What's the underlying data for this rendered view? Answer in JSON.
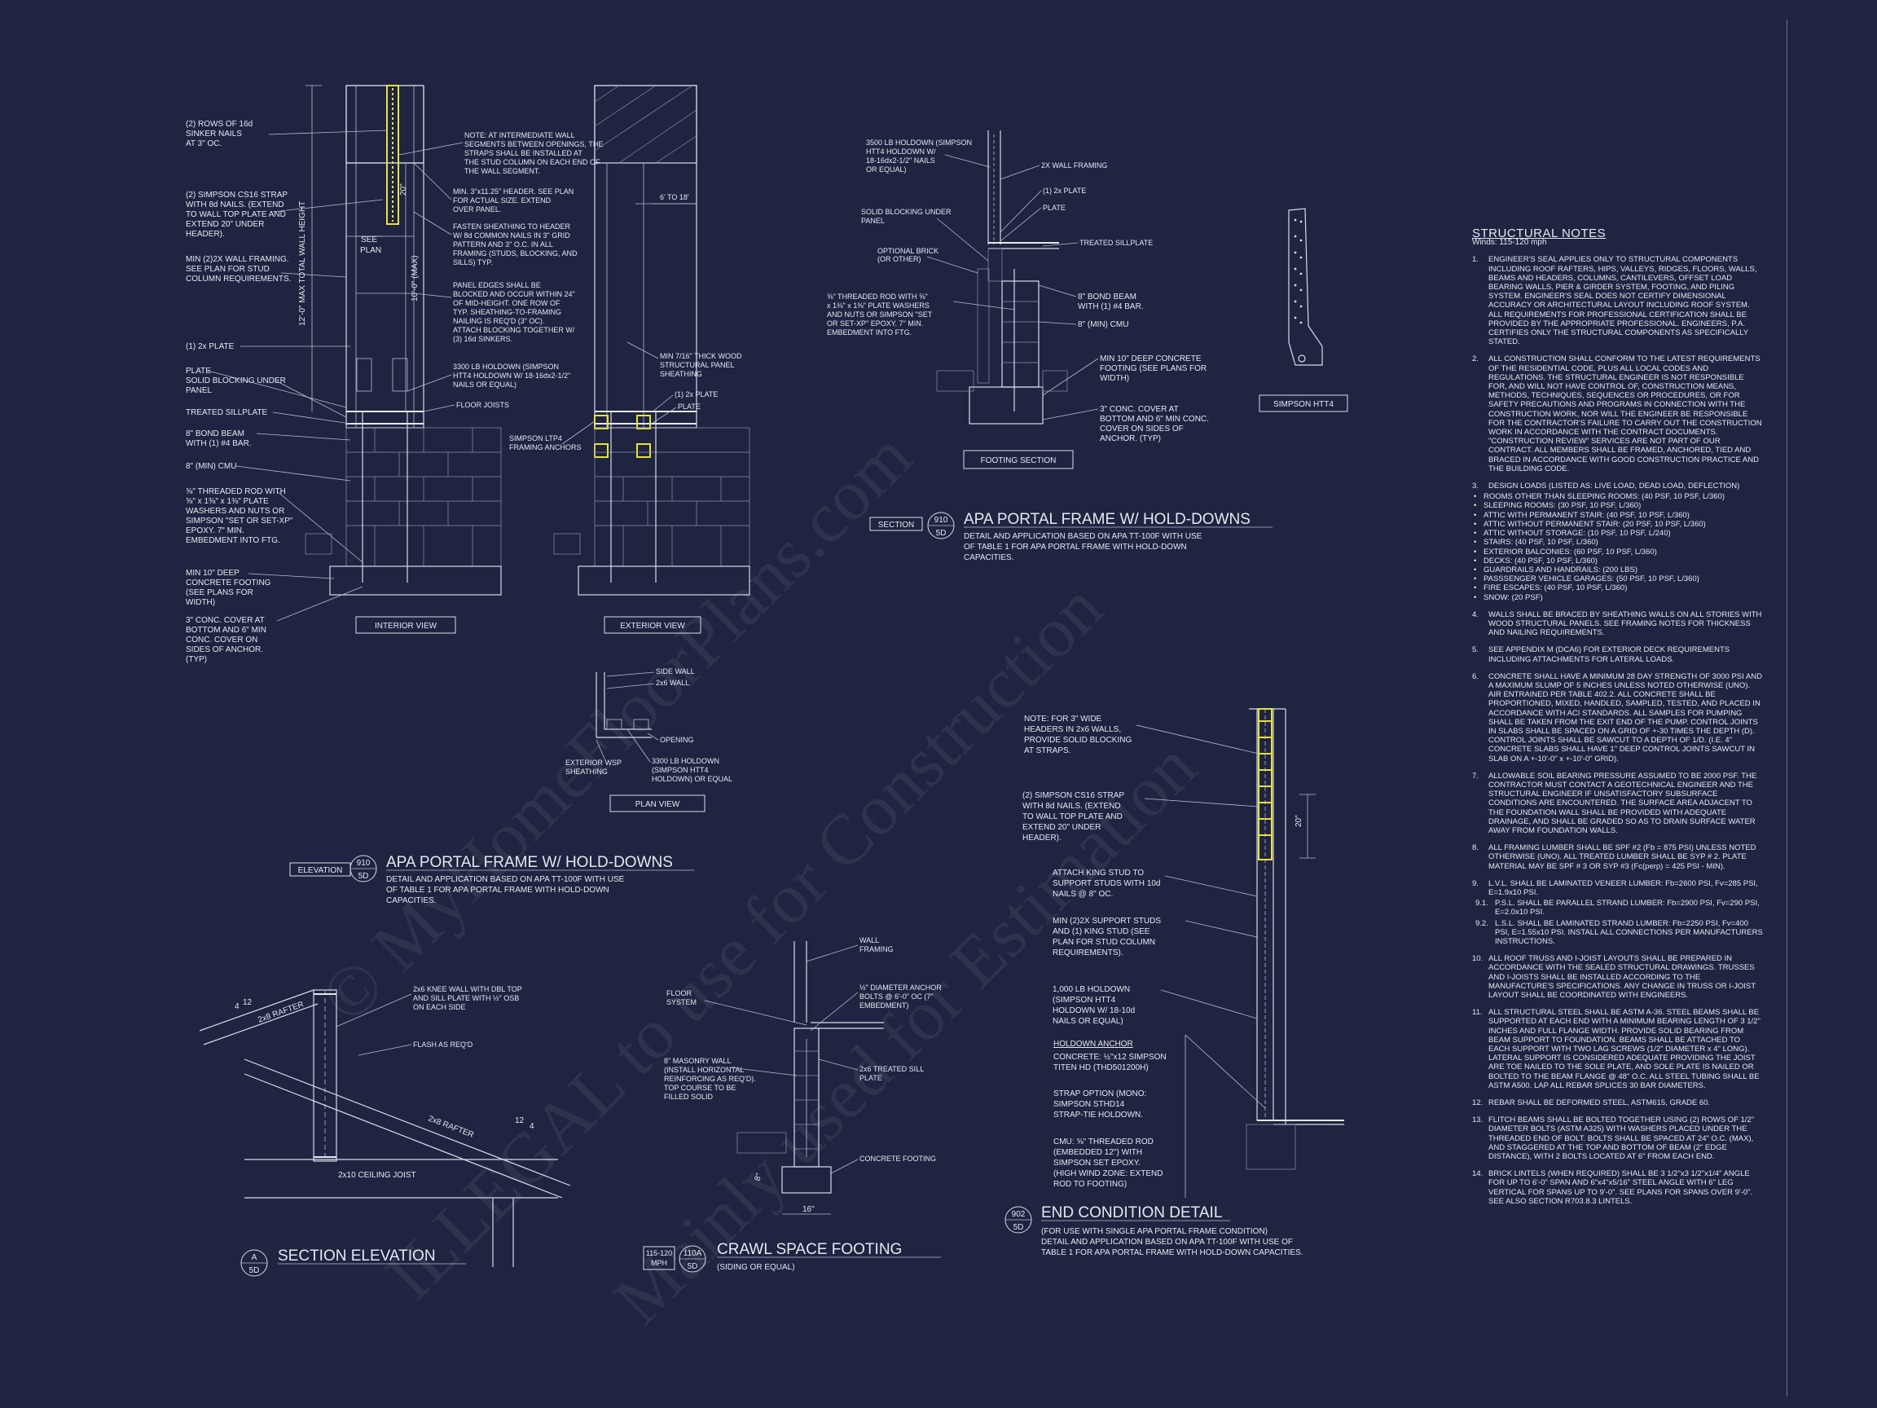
{
  "watermark": [
    "© MyHomeFloorPlans.com",
    "ILLEGAL to use for Construction",
    "Mainly used for Estimation"
  ],
  "detail1": {
    "labels": [
      "(2) ROWS OF 16d",
      "SINKER NAILS",
      "AT 3\" OC.",
      "(2) SIMPSON CS16 STRAP",
      "WITH 8d NAILS. (EXTEND",
      "TO WALL TOP PLATE AND",
      "EXTEND 20\" UNDER",
      "HEADER).",
      "MIN (2)2X WALL FRAMING.",
      "SEE PLAN FOR STUD",
      "COLUMN REQUIREMENTS.",
      "(1) 2x PLATE",
      "PLATE",
      "SOLID BLOCKING UNDER",
      "PANEL",
      "TREATED SILLPLATE",
      "8\" BOND BEAM",
      "WITH (1) #4 BAR.",
      "8\" (MIN) CMU",
      "⅝\" THREADED ROD WITH",
      "⅝\" x 1⅜\" x 1⅜\" PLATE",
      "WASHERS AND NUTS OR",
      "SIMPSON \"SET OR SET-XP\"",
      "EPOXY.  7\" MIN.",
      "EMBEDMENT INTO FTG.",
      "MIN 10\" DEEP",
      "CONCRETE FOOTING",
      "(SEE PLANS FOR",
      "WIDTH)",
      "3\" CONC. COVER AT",
      "BOTTOM AND 6\" MIN",
      "CONC. COVER ON",
      "SIDES OF ANCHOR.",
      "(TYP)"
    ],
    "mid_labels": [
      "NOTE: AT INTERMEDIATE WALL",
      "SEGMENTS BETWEEN OPENINGS, THE",
      "STRAPS SHALL BE INSTALLED AT",
      "THE STUD COLUMN ON EACH END OF",
      "THE WALL SEGMENT.",
      "MIN. 3\"x11.25\" HEADER. SEE PLAN",
      "FOR ACTUAL SIZE. EXTEND",
      "OVER PANEL.",
      "FASTEN SHEATHING TO HEADER",
      "W/ 8d COMMON NAILS IN 3\" GRID",
      "PATTERN AND 3\" O.C. IN ALL",
      "FRAMING (STUDS, BLOCKING, AND",
      "SILLS) TYP.",
      "PANEL EDGES SHALL BE",
      "BLOCKED AND OCCUR WITHIN 24\"",
      "OF MID-HEIGHT.  ONE ROW OF",
      "TYP. SHEATHING-TO-FRAMING",
      "NAILING IS REQ'D (3\" OC).",
      "ATTACH BLOCKING TOGETHER W/",
      "(3) 16d SINKERS.",
      "3300 LB HOLDOWN (SIMPSON",
      "HTT4 HOLDOWN W/ 18-16dx2-1/2\"",
      "NAILS OR EQUAL)",
      "FLOOR JOISTS",
      "SIMPSON LTP4",
      "FRAMING ANCHORS"
    ],
    "right_labels": [
      "6' TO 18'",
      "MIN 7/16\" THICK WOOD",
      "STRUCTURAL PANEL",
      "SHEATHING",
      "(1) 2x PLATE",
      "PLATE"
    ],
    "dims": [
      "20\"",
      "SEE",
      "PLAN",
      "10'-0\" (MAX)",
      "12'-0\" MAX TOTAL WALL HEIGHT"
    ],
    "view_interior": "INTERIOR VIEW",
    "view_exterior": "EXTERIOR VIEW",
    "plan_labels": [
      "SIDE WALL",
      "2x6 WALL",
      "OPENING",
      "3300 LB HOLDOWN",
      "(SIMPSON HTT4",
      "HOLDOWN) OR EQUAL",
      "EXTERIOR WSP",
      "SHEATHING"
    ],
    "plan_view": "PLAN VIEW",
    "tag_word": "ELEVATION",
    "tag_num": "910",
    "tag_sheet": "5D",
    "title": "APA PORTAL FRAME W/ HOLD-DOWNS",
    "desc": [
      "DETAIL AND APPLICATION BASED ON APA TT-100F WITH USE",
      "OF TABLE 1 FOR APA PORTAL FRAME WITH HOLD-DOWN",
      "CAPACITIES."
    ]
  },
  "detail2": {
    "labels": [
      "3500 LB HOLDOWN (SIMPSON",
      "HTT4 HOLDOWN W/",
      "18-16dx2-1/2\" NAILS",
      "OR EQUAL)",
      "SOLID BLOCKING UNDER",
      "PANEL",
      "OPTIONAL BRICK",
      "(OR OTHER)",
      "⅝\" THREADED ROD WITH ⅝\"",
      "x 1⅜\" x 1⅜\" PLATE WASHERS",
      "AND NUTS OR SIMPSON \"SET",
      "OR SET-XP\" EPOXY.  7\" MIN.",
      "EMBEDMENT INTO FTG."
    ],
    "right_labels": [
      "2X WALL FRAMING",
      "(1) 2x PLATE",
      "PLATE",
      "TREATED SILLPLATE",
      "8\" BOND BEAM",
      "WITH (1) #4 BAR.",
      "8\" (MIN) CMU",
      "MIN 10\" DEEP CONCRETE",
      "FOOTING (SEE PLANS FOR",
      "WIDTH)",
      "3\" CONC. COVER AT",
      "BOTTOM AND 6\" MIN CONC.",
      "COVER ON SIDES OF",
      "ANCHOR. (TYP)"
    ],
    "view": "FOOTING SECTION",
    "tag_word": "SECTION",
    "tag_num": "910",
    "tag_sheet": "5D",
    "title": "APA PORTAL FRAME W/ HOLD-DOWNS",
    "desc": [
      "DETAIL AND APPLICATION BASED ON APA TT-100F WITH USE",
      "OF TABLE 1 FOR APA PORTAL FRAME WITH HOLD-DOWN",
      "CAPACITIES."
    ]
  },
  "holdown_label": "SIMPSON HTT4",
  "structural_notes": {
    "title": "STRUCTURAL NOTES",
    "wind": "Winds: 115-120 mph",
    "items": [
      {
        "num": "1.",
        "text": "ENGINEER'S SEAL APPLIES ONLY TO STRUCTURAL COMPONENTS INCLUDING ROOF RAFTERS, HIPS, VALLEYS, RIDGES, FLOORS, WALLS, BEAMS AND HEADERS, COLUMNS, CANTILEVERS, OFFSET LOAD BEARING WALLS, PIER & GIRDER SYSTEM, FOOTING, AND PILING SYSTEM.  ENGINEER'S SEAL DOES NOT CERTIFY DIMENSIONAL ACCURACY OR ARCHITECTURAL LAYOUT INCLUDING ROOF SYSTEM. ALL REQUIREMENTS FOR PROFESSIONAL CERTIFICATION SHALL BE PROVIDED BY THE APPROPRIATE PROFESSIONAL.  ENGINEERS, P.A. CERTIFIES ONLY THE STRUCTURAL COMPONENTS AS SPECIFICALLY STATED."
      },
      {
        "num": "2.",
        "text": "ALL CONSTRUCTION SHALL CONFORM TO THE LATEST REQUIREMENTS OF THE  RESIDENTIAL CODE, PLUS ALL LOCAL CODES AND REGULATIONS. THE STRUCTURAL ENGINEER IS NOT RESPONSIBLE FOR, AND WILL NOT HAVE CONTROL OF, CONSTRUCTION MEANS, METHODS, TECHNIQUES, SEQUENCES OR PROCEDURES, OR FOR SAFETY PRECAUTIONS AND PROGRAMS IN CONNECTION WITH THE CONSTRUCTION WORK, NOR WILL THE ENGINEER BE RESPONSIBLE FOR THE CONTRACTOR'S FAILURE TO CARRY OUT THE CONSTRUCTION WORK IN ACCORDANCE WITH THE CONTRACT DOCUMENTS. \"CONSTRUCTION REVIEW\" SERVICES ARE NOT PART OF OUR CONTRACT. ALL MEMBERS SHALL BE FRAMED, ANCHORED, TIED AND BRACED IN ACCORDANCE WITH GOOD CONSTRUCTION PRACTICE AND THE BUILDING CODE."
      },
      {
        "num": "3.",
        "text": "DESIGN LOADS (LISTED AS: LIVE LOAD, DEAD LOAD, DEFLECTION)"
      }
    ],
    "loads": [
      "ROOMS OTHER THAN SLEEPING ROOMS: (40 PSF, 10 PSF, L/360)",
      "SLEEPING ROOMS: (30 PSF, 10 PSF, L/360)",
      "ATTIC WITH PERMANENT STAIR: (40 PSF, 10 PSF, L/360)",
      "ATTIC WITHOUT PERMANENT STAIR: (20 PSF, 10 PSF, L/360)",
      "ATTIC WITHOUT STORAGE: (10 PSF, 10 PSF, L/240)",
      "STAIRS: (40 PSF, 10 PSF, L/360)",
      "EXTERIOR BALCONIES: (60 PSF, 10 PSF, L/360)",
      "DECKS: (40 PSF, 10 PSF, L/360)",
      "GUARDRAILS AND HANDRAILS: (200 LBS)",
      "PASSSENGER VEHICLE GARAGES: (50 PSF, 10 PSF, L/360)",
      "FIRE ESCAPES: (40 PSF, 10 PSF, L/360)",
      "SNOW: (20 PSF)"
    ],
    "items2": [
      {
        "num": "4.",
        "text": "WALLS SHALL BE BRACED BY SHEATHING WALLS ON ALL STORIES WITH WOOD STRUCTURAL PANELS. SEE FRAMING NOTES FOR THICKNESS AND NAILING REQUIREMENTS."
      },
      {
        "num": "5.",
        "text": "SEE APPENDIX M (DCA6) FOR EXTERIOR DECK REQUIREMENTS INCLUDING ATTACHMENTS FOR LATERAL LOADS."
      },
      {
        "num": "6.",
        "text": "CONCRETE SHALL HAVE A MINIMUM 28 DAY STRENGTH OF 3000 PSI AND A MAXIMUM SLUMP OF 5 INCHES UNLESS NOTED OTHERWISE (UNO). AIR ENTRAINED PER TABLE 402.2. ALL CONCRETE SHALL BE PROPORTIONED, MIXED, HANDLED, SAMPLED, TESTED, AND PLACED IN ACCORDANCE WITH ACI STANDARDS. ALL SAMPLES FOR PUMPING SHALL BE TAKEN FROM THE EXIT END OF THE PUMP. CONTROL JOINTS IN SLABS SHALL BE SPACED ON A GRID OF +-30 TIMES THE DEPTH (D). CONTROL JOINTS SHALL BE SAWCUT TO A DEPTH OF 1/D. (I.E. 4\" CONCRETE SLABS SHALL HAVE 1\" DEEP CONTROL JOINTS SAWCUT IN SLAB ON A +-10'-0\" x +-10'-0\" GRID)."
      },
      {
        "num": "7.",
        "text": "ALLOWABLE SOIL BEARING PRESSURE ASSUMED TO BE 2000 PSF. THE CONTRACTOR MUST CONTACT A GEOTECHNICAL ENGINEER AND THE STRUCTURAL ENGINEER IF UNSATISFACTORY SUBSURFACE CONDITIONS ARE ENCOUNTERED. THE SURFACE AREA ADJACENT TO THE FOUNDATION WALL SHALL BE PROVIDED WITH ADEQUATE DRAINAGE, AND SHALL BE GRADED SO AS TO DRAIN SURFACE WATER AWAY FROM FOUNDATION WALLS."
      },
      {
        "num": "8.",
        "text": "ALL FRAMING LUMBER SHALL BE SPF #2 (Fb = 875 PSI) UNLESS NOTED OTHERWISE (UNO). ALL TREATED LUMBER SHALL BE SYP # 2. PLATE MATERIAL MAY BE SPF # 3 OR SYP #3 (Fc(perp) = 425 PSI - MIN)."
      },
      {
        "num": "9.",
        "text": "L.V.L.  SHALL BE LAMINATED VENEER LUMBER: Fb=2600 PSI, Fv=285 PSI, E=1.9x10  PSI."
      }
    ],
    "sub9": [
      {
        "num": "9.1.",
        "text": "P.S.L.  SHALL BE PARALLEL STRAND LUMBER: Fb=2900 PSI, Fv=290 PSI, E=2.0x10  PSI."
      },
      {
        "num": "9.2.",
        "text": "L.S.L.  SHALL BE LAMINATED STRAND LUMBER: Fb=2250 PSI, Fv=400 PSI, E=1.55x10  PSI. INSTALL ALL CONNECTIONS PER MANUFACTURERS INSTRUCTIONS."
      }
    ],
    "items3": [
      {
        "num": "10.",
        "text": "ALL ROOF TRUSS AND I-JOIST LAYOUTS SHALL BE PREPARED IN ACCORDANCE WITH THE SEALED STRUCTURAL DRAWINGS. TRUSSES AND I-JOISTS SHALL BE INSTALLED ACCORDING TO THE MANUFACTURE'S SPECIFICATIONS. ANY CHANGE IN TRUSS OR I-JOIST LAYOUT SHALL BE COORDINATED WITH ENGINEERS."
      },
      {
        "num": "11.",
        "text": "ALL STRUCTURAL STEEL SHALL BE ASTM A-36. STEEL BEAMS SHALL BE SUPPORTED AT EACH END WITH A MINIMUM BEARING LENGTH OF 3 1/2\" INCHES AND FULL FLANGE WIDTH. PROVIDE SOLID BEARING FROM BEAM SUPPORT TO FOUNDATION.  BEAMS SHALL BE ATTACHED TO EACH SUPPORT WITH TWO LAG SCREWS (1/2\" DIAMETER x 4\" LONG). LATERAL SUPPORT IS CONSIDERED ADEQUATE PROVIDING THE JOIST ARE TOE NAILED TO THE SOLE PLATE, AND SOLE PLATE IS NAILED OR BOLTED TO THE BEAM FLANGE @ 48\" O.C.  ALL STEEL TUBING SHALL BE ASTM A500. LAP ALL REBAR SPLICES 30 BAR DIAMETERS."
      },
      {
        "num": "12.",
        "text": "REBAR SHALL BE DEFORMED STEEL, ASTM615, GRADE 60."
      },
      {
        "num": "13.",
        "text": "FLITCH BEAMS SHALL BE BOLTED TOGETHER USING (2) ROWS OF 1/2\" DIAMETER BOLTS (ASTM A325) WITH WASHERS PLACED UNDER THE THREADED END OF BOLT. BOLTS SHALL BE SPACED AT 24\" O.C. (MAX), AND STAGGERED AT THE TOP AND BOTTOM OF BEAM (2\" EDGE DISTANCE), WITH 2 BOLTS LOCATED AT 6\" FROM EACH END."
      },
      {
        "num": "14.",
        "text": "BRICK LINTELS (WHEN REQUIRED) SHALL BE 3 1/2\"x3 1/2\"x1/4\" ANGLE FOR UP TO 6'-0\" SPAN AND 6\"x4\"x5/16\" STEEL ANGLE WITH 6\" LEG VERTICAL FOR SPANS UP TO 9'-0\". SEE PLANS FOR SPANS OVER 9'-0\". SEE ALSO SECTION R703.8.3 LINTELS."
      }
    ]
  },
  "section_elev": {
    "labels": [
      "2x6 KNEE WALL WITH DBL TOP",
      "AND SILL PLATE WITH ½\" OSB",
      "ON EACH SIDE",
      "FLASH AS REQ'D",
      "2x8 RAFTER",
      "2x8 RAFTER",
      "2x10 CEILING JOIST"
    ],
    "pitch1": [
      "4",
      "12"
    ],
    "pitch2": [
      "12",
      "4"
    ],
    "tag_letter": "A",
    "tag_sheet": "5D",
    "title": "SECTION ELEVATION"
  },
  "crawl": {
    "labels": [
      "WALL",
      "FRAMING",
      "FLOOR",
      "SYSTEM",
      "½\" DIAMETER ANCHOR",
      "BOLTS @ 6'-0\" OC (7\"",
      "EMBEDMENT)",
      "8\" MASONRY WALL",
      "(INSTALL HORIZONTAL",
      "REINFORCING AS REQ'D).",
      "TOP COURSE TO BE",
      "FILLED SOLID",
      "2x6 TREATED SILL",
      "PLATE",
      "CONCRETE FOOTING"
    ],
    "dims": [
      "8\"",
      "16\""
    ],
    "mph": [
      "115-120",
      "MPH"
    ],
    "tag_num": "110A",
    "tag_sheet": "5D",
    "title": "CRAWL SPACE FOOTING",
    "subtitle": "(SIDING OR EQUAL)"
  },
  "end_cond": {
    "labels": [
      "NOTE: FOR 3\" WIDE",
      "HEADERS IN 2x6 WALLS,",
      "PROVIDE SOLID BLOCKING",
      "AT STRAPS.",
      "(2) SIMPSON CS16 STRAP",
      "WITH 8d NAILS. (EXTEND",
      "TO WALL TOP PLATE AND",
      "EXTEND 20\" UNDER",
      "HEADER).",
      "ATTACH KING STUD TO",
      "SUPPORT STUDS WITH 10d",
      "NAILS @ 8\" OC.",
      "MIN (2)2X SUPPORT STUDS",
      "AND (1) KING STUD (SEE",
      "PLAN FOR STUD COLUMN",
      "REQUIREMENTS).",
      "1,000 LB HOLDOWN",
      "(SIMPSON HTT4",
      "HOLDOWN W/ 18-10d",
      "NAILS OR EQUAL)"
    ],
    "anchor_head": "HOLDOWN ANCHOR",
    "anchor": [
      "CONCRETE: ½\"x12 SIMPSON",
      "TITEN HD (THD501200H)",
      "",
      "STRAP OPTION (MONO:",
      "SIMPSON STHD14",
      "STRAP-TIE HOLDOWN.",
      "",
      "CMU: ⅝\" THREADED ROD",
      "(EMBEDDED 12\") WITH",
      "SIMPSON SET EPOXY.",
      "(HIGH WIND ZONE: EXTEND",
      "ROD TO FOOTING)"
    ],
    "dim": "20\"",
    "tag_num": "902",
    "tag_sheet": "5D",
    "title": "END CONDITION DETAIL",
    "desc": [
      "(FOR USE WITH SINGLE APA PORTAL FRAME CONDITION)",
      "DETAIL AND APPLICATION BASED ON APA TT-100F WITH USE OF",
      "TABLE 1 FOR APA PORTAL FRAME WITH HOLD-DOWN CAPACITIES."
    ]
  }
}
